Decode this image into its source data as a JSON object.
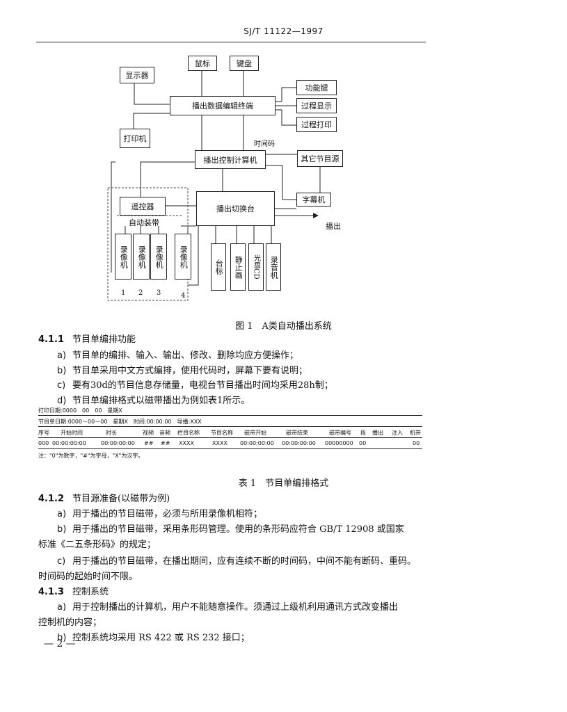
{
  "header": {
    "code": "SJ/T 11122—1997"
  },
  "diagram": {
    "display": "显示器",
    "mouse": "鼠标",
    "keyboard": "键盘",
    "editor": "播出数据编辑终端",
    "function_keys": "功能键",
    "process_display": "过程显示",
    "process_print": "过程打印",
    "printer": "打印机",
    "timecode": "时间码",
    "control_computer": "播出控制计算机",
    "other_source": "其它节目源",
    "remote": "遥控器",
    "auto_tape": "自动装带",
    "switcher": "播出切换台",
    "captioner": "字幕机",
    "output": "播出",
    "vtr": "录像机",
    "vtr_numbers": [
      "1",
      "2",
      "3",
      "4"
    ],
    "sources": [
      "台标",
      "静止画",
      "光盘CD",
      "录音机"
    ]
  },
  "figure_caption": "图 1　A类自动播出系统",
  "section_411": {
    "number": "4.1.1",
    "title": "节目单编排功能",
    "items": [
      {
        "mark": "a)",
        "text": "节目单的编排、输入、输出、修改、删除均应方便操作；"
      },
      {
        "mark": "b)",
        "text": "节目单采用中文方式编排，使用代码时，屏幕下要有说明；"
      },
      {
        "mark": "c)",
        "text": "要有30d的节目信息存储量，电视台节目播出时间均采用28h制；"
      },
      {
        "mark": "d)",
        "text": "节目单编排格式以磁带播出为例如表1所示。"
      }
    ]
  },
  "table": {
    "line1": "打印日期:0000　00　00　星期X",
    "line2": "节目单日期:0000－00－00　星期X　时间:00:00:00　导播:XXX",
    "columns": [
      "序号",
      "开始时间",
      "时长",
      "视频",
      "音频",
      "栏目名称",
      "节目名称",
      "磁带开始",
      "磁带结束",
      "磁带编号",
      "段",
      "播出",
      "注入",
      "机带"
    ],
    "row": [
      "000",
      "00:00:00:00",
      "00:00:00:00",
      "##",
      "##",
      "XXXX",
      "XXXX",
      "00:00:00:00",
      "00:00:00:00",
      "00000000",
      "00",
      "",
      "",
      "00"
    ],
    "note": "注：\"0\"为数字，\"#\"为字母，\"X\"为汉字。"
  },
  "table_caption": "表 1　节目单编排格式",
  "section_412": {
    "number": "4.1.2",
    "title": "节目源准备(以磁带为例)",
    "a": "用于播出的节目磁带，必须与所用录像机相符；",
    "b_line1": "用于播出的节目磁带，采用条形码管理。使用的条形码应符合 GB/T 12908 或国家",
    "b_line2": "标准《二五条形码》的规定；",
    "c_line1": "用于播出的节目磁带，在播出期间，应有连续不断的时间码，中间不能有断码、重码。",
    "c_line2": "时间码的起始时间不限。"
  },
  "section_413": {
    "number": "4.1.3",
    "title": "控制系统",
    "a_line1": "用于控制播出的计算机，用户不能随意操作。须通过上级机利用通讯方式改变播出",
    "a_line2": "控制机的内容；",
    "b": "控制系统均采用 RS 422 或 RS 232 接口；"
  },
  "page_number": "— 2 —"
}
